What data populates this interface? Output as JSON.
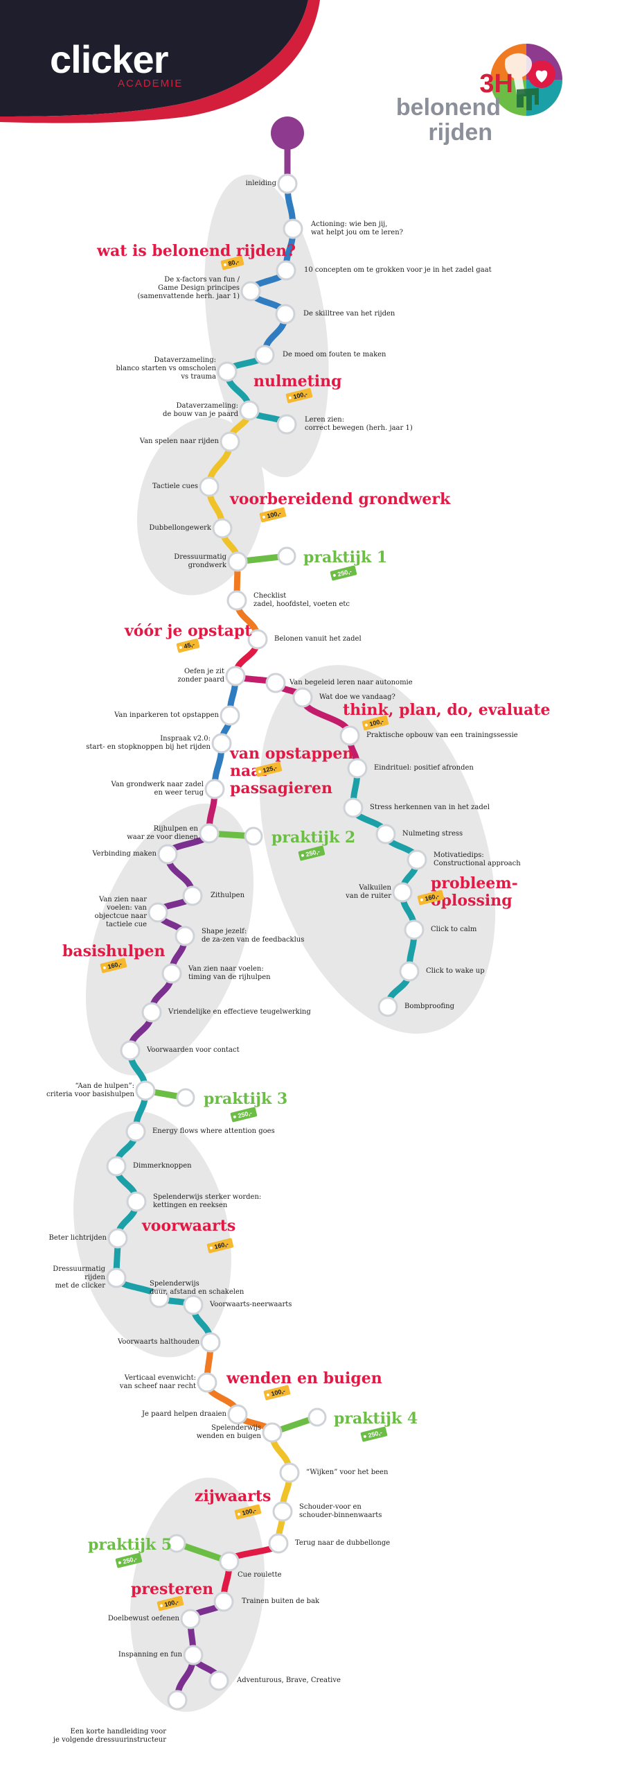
{
  "header": {
    "brand": "clicker",
    "brand_sub": "ACADEMIE",
    "course_code": "3H",
    "course_line1": "belonend",
    "course_line2": "rijden",
    "band_color": "#1e1e2c",
    "accent_color": "#d41f3c"
  },
  "colors": {
    "purple": "#8e3b8f",
    "blue": "#2f7cc0",
    "teal": "#1aa0a6",
    "green": "#6cbd45",
    "yellow": "#f0c22a",
    "orange": "#ef7a21",
    "crimson": "#e01a45",
    "magenta": "#c21c6b",
    "violet": "#7b2f8e",
    "section": "#e01a45",
    "practice": "#6cbd45",
    "price_tag": "#f5b82e",
    "zone": "#e7e7e7"
  },
  "stations": [
    {
      "id": "s1",
      "label": "inleiding"
    },
    {
      "id": "s2",
      "label": "Actioning: wie ben jij,\nwat helpt jou om te leren?"
    },
    {
      "id": "s3",
      "label": "10 concepten om te grokken voor je in het zadel gaat"
    },
    {
      "id": "s4",
      "label": "De x-factors van fun /\nGame Design principes\n(samenvattende herh. jaar 1)"
    },
    {
      "id": "s5",
      "label": "De skilltree van het rijden"
    },
    {
      "id": "s6",
      "label": "De moed om fouten te maken"
    },
    {
      "id": "s7",
      "label": "Dataverzameling:\nblanco starten vs omscholen\nvs trauma"
    },
    {
      "id": "s8",
      "label": "Dataverzameling:\nde bouw van je paard"
    },
    {
      "id": "s9",
      "label": "Leren zien:\ncorrect bewegen (herh. jaar 1)"
    },
    {
      "id": "s10",
      "label": "Van spelen naar rijden"
    },
    {
      "id": "s11",
      "label": "Tactiele cues"
    },
    {
      "id": "s12",
      "label": "Dubbellongewerk"
    },
    {
      "id": "s13",
      "label": "Dressuurmatig\ngrondwerk"
    },
    {
      "id": "s14",
      "label": "Checklist\nzadel, hoofdstel, voeten etc"
    },
    {
      "id": "s15",
      "label": "Belonen vanuit het zadel"
    },
    {
      "id": "s16",
      "label": "Oefen je zit\nzonder paard"
    },
    {
      "id": "s17",
      "label": "Van inparkeren tot opstappen"
    },
    {
      "id": "s18",
      "label": "Inspraak v2.0:\nstart- en stopknoppen bij het rijden"
    },
    {
      "id": "s19",
      "label": "Van grondwerk naar zadel\nen weer terug"
    },
    {
      "id": "s20",
      "label": "Rijhulpen en\nwaar ze voor dienen"
    },
    {
      "id": "s21",
      "label": "Verbinding maken"
    },
    {
      "id": "s22",
      "label": "Zithulpen"
    },
    {
      "id": "s23",
      "label": "Van zien naar\nvoelen: van\nobjectcue naar\ntactiele cue"
    },
    {
      "id": "s24",
      "label": "Shape jezelf:\nde za-zen van de feedbacklus"
    },
    {
      "id": "s25",
      "label": "Van zien naar voelen:\ntiming van de rijhulpen"
    },
    {
      "id": "s26",
      "label": "Vriendelijke en effectieve teugelwerking"
    },
    {
      "id": "s27",
      "label": "Voorwaarden voor contact"
    },
    {
      "id": "s28",
      "label": "“Aan de hulpen”:\ncriteria voor basishulpen"
    },
    {
      "id": "s29",
      "label": "Energy flows where attention goes"
    },
    {
      "id": "s30",
      "label": "Dimmerknoppen"
    },
    {
      "id": "s31",
      "label": "Spelenderwijs sterker worden:\nkettingen en reeksen"
    },
    {
      "id": "s32",
      "label": "Beter lichtrijden"
    },
    {
      "id": "s33",
      "label": "Dressuurmatig\nrijden\nmet de clicker"
    },
    {
      "id": "s34",
      "label": "Spelenderwijs\nduur, afstand en schakelen"
    },
    {
      "id": "s35",
      "label": "Voorwaarts-neerwaarts"
    },
    {
      "id": "s36",
      "label": "Voorwaarts halthouden"
    },
    {
      "id": "s37",
      "label": "Verticaal evenwicht:\nvan scheef naar recht"
    },
    {
      "id": "s38",
      "label": "Je paard helpen draaien"
    },
    {
      "id": "s39",
      "label": "Spelenderwijs\nwenden en buigen"
    },
    {
      "id": "s40",
      "label": "“Wijken” voor het been"
    },
    {
      "id": "s41",
      "label": "Schouder-voor en\nschouder-binnenwaarts"
    },
    {
      "id": "s42",
      "label": "Terug naar de dubbellonge"
    },
    {
      "id": "s43",
      "label": "Cue roulette"
    },
    {
      "id": "s44",
      "label": "Trainen buiten de bak"
    },
    {
      "id": "s45",
      "label": "Doelbewust oefenen"
    },
    {
      "id": "s46",
      "label": "Inspanning en fun"
    },
    {
      "id": "s47",
      "label": "Adventurous, Brave, Creative"
    },
    {
      "id": "s48",
      "label": "Een korte handleiding voor\nje volgende dressuurinstructeur"
    },
    {
      "id": "b1",
      "label": "Van begeleid leren naar autonomie"
    },
    {
      "id": "b2",
      "label": "Wat doe we vandaag?"
    },
    {
      "id": "b3",
      "label": "Praktische opbouw van een trainingssessie"
    },
    {
      "id": "b4",
      "label": "Eindrituel: positief afronden"
    },
    {
      "id": "b5",
      "label": "Stress herkennen van in het zadel"
    },
    {
      "id": "b6",
      "label": "Nulmeting stress"
    },
    {
      "id": "b7",
      "label": "Motivatiedips:\nConstructional approach"
    },
    {
      "id": "b8",
      "label": "Valkuilen\nvan de ruiter"
    },
    {
      "id": "b9",
      "label": "Click to calm"
    },
    {
      "id": "b10",
      "label": "Click to wake up"
    },
    {
      "id": "b11",
      "label": "Bombproofing"
    }
  ],
  "sections": [
    {
      "id": "sec1",
      "title": "wat is belonend rijden?",
      "price": "80,-"
    },
    {
      "id": "sec2",
      "title": "nulmeting",
      "price": "100,-"
    },
    {
      "id": "sec3",
      "title": "voorbereidend grondwerk",
      "price": "100,-"
    },
    {
      "id": "sec4",
      "title": "vóór je opstapt",
      "price": "45,-"
    },
    {
      "id": "sec5",
      "title": "think, plan, do, evaluate",
      "price": "100,-"
    },
    {
      "id": "sec6",
      "title": "van opstappen\nnaar\npassagieren",
      "price": "125,-"
    },
    {
      "id": "sec7",
      "title": "probleem-\noplossing",
      "price": "160,-"
    },
    {
      "id": "sec8",
      "title": "basishulpen",
      "price": "160,-"
    },
    {
      "id": "sec9",
      "title": "voorwaarts",
      "price": "160,-"
    },
    {
      "id": "sec10",
      "title": "wenden en buigen",
      "price": "100,-"
    },
    {
      "id": "sec11",
      "title": "zijwaarts",
      "price": "100,-"
    },
    {
      "id": "sec12",
      "title": "presteren",
      "price": "100,-"
    }
  ],
  "practice": [
    {
      "id": "p1",
      "title": "praktijk 1",
      "price": "250,-"
    },
    {
      "id": "p2",
      "title": "praktijk 2",
      "price": "250,-"
    },
    {
      "id": "p3",
      "title": "praktijk 3",
      "price": "250,-"
    },
    {
      "id": "p4",
      "title": "praktijk 4",
      "price": "250,-"
    },
    {
      "id": "p5",
      "title": "praktijk 5",
      "price": "250,-"
    }
  ]
}
